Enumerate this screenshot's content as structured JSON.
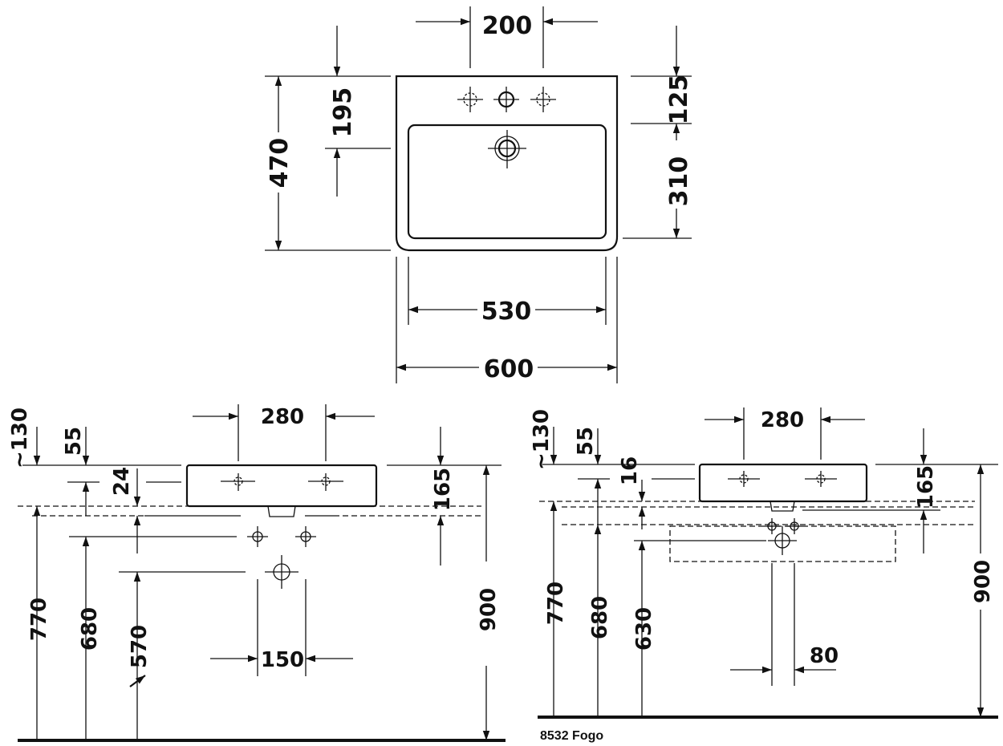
{
  "top_view": {
    "tap_spacing": "200",
    "depth_total": "470",
    "tap_to_drain": "195",
    "back_to_bowl": "125",
    "bowl_depth": "310",
    "bowl_width": "530",
    "width_total": "600"
  },
  "front_view": {
    "tap_spacing": "280",
    "dim_130": "~130",
    "dim_55": "55",
    "dim_24": "24",
    "dim_165": "165",
    "height_770": "770",
    "height_680": "680",
    "height_570": "570",
    "height_900": "900",
    "pipe_spacing": "150"
  },
  "side_view": {
    "tap_spacing": "280",
    "dim_130": "~130",
    "dim_55": "55",
    "dim_16": "16",
    "dim_165": "165",
    "height_770": "770",
    "height_680": "680",
    "height_630": "630",
    "height_900": "900",
    "pipe_spacing": "80"
  },
  "caption": "8532 Fogo"
}
